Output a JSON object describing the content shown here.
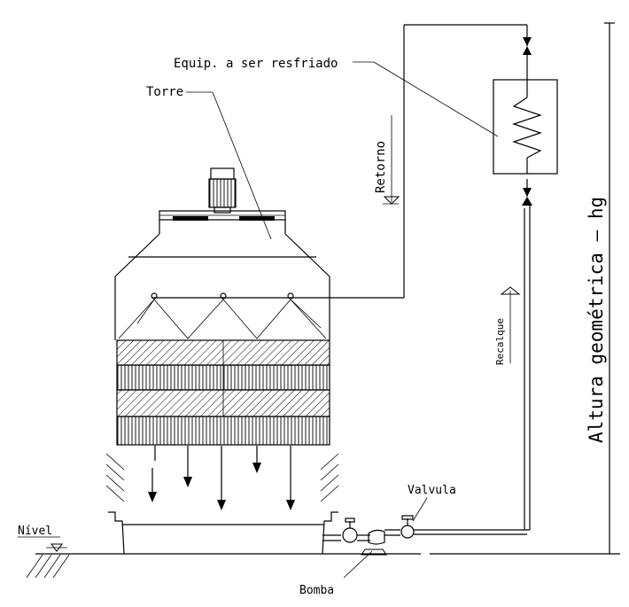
{
  "labels": {
    "equip": "Equip. a ser resfriado",
    "torre": "Torre",
    "retorno": "Retorno",
    "recalque": "Recalque",
    "altura": "Altura geométrica — hg",
    "valvula": "Valvula",
    "nivel": "Nível",
    "bomba": "Bomba"
  },
  "colors": {
    "line": "#000000",
    "background": "#ffffff"
  }
}
